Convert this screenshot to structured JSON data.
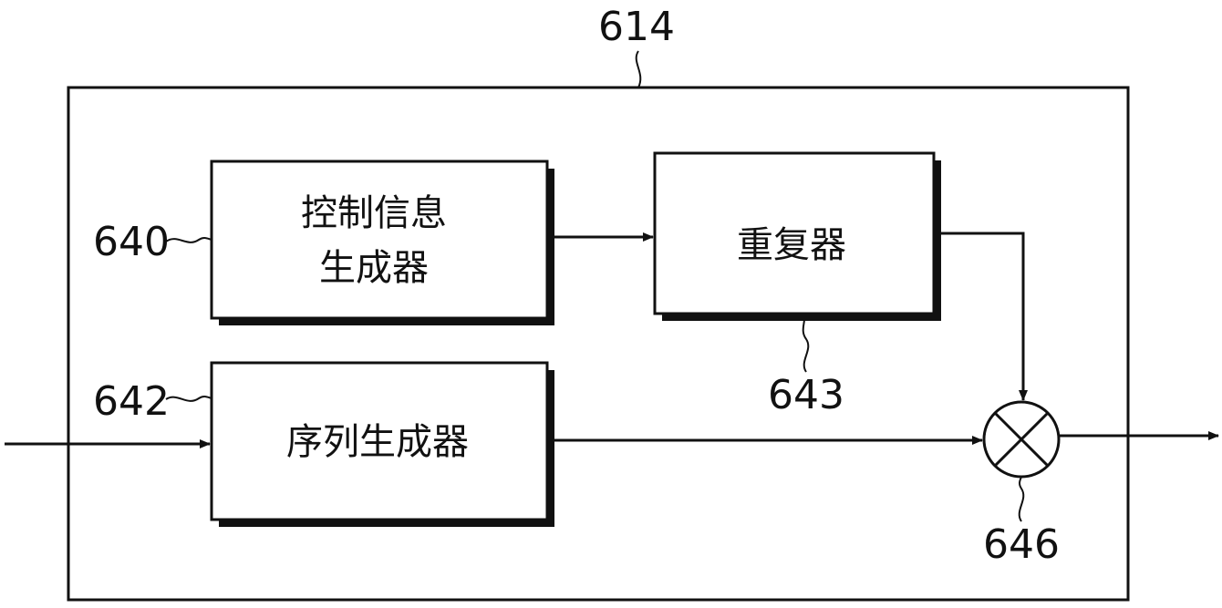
{
  "diagram": {
    "outer_ref": "614",
    "blocks": {
      "control_info_generator": {
        "ref": "640",
        "line1": "控制信息",
        "line2": "生成器"
      },
      "repeater": {
        "ref": "643",
        "label": "重复器"
      },
      "sequence_generator": {
        "ref": "642",
        "label": "序列生成器"
      }
    },
    "multiplier": {
      "ref": "646"
    }
  }
}
